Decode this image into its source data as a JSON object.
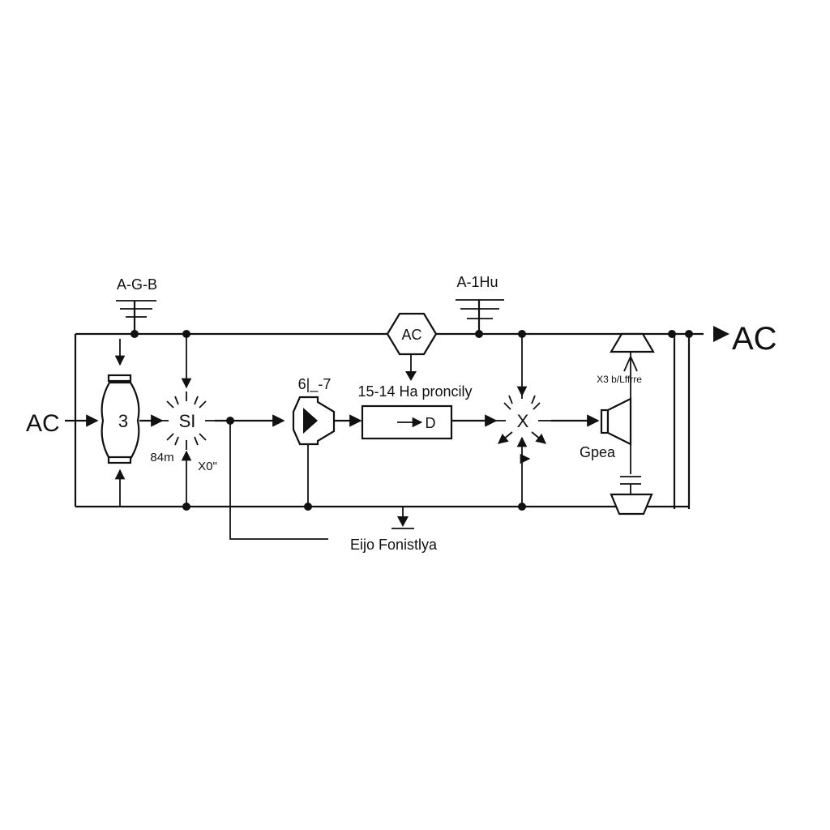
{
  "labels": {
    "ground_left": "A-G-B",
    "ground_right": "A-1Hu",
    "ac_center": "AC",
    "ac_input": "AC",
    "ac_output": "AC",
    "bridge_label": "3",
    "si_label": "SI",
    "si_below_left": "84m",
    "si_below_right": "X0\"",
    "amp_top_label": "6|_-7",
    "filter_top_label": "15-14 Ha proncily",
    "filter_inner_label": "D",
    "mixer_label": "X",
    "right_small_label": "X3 b/Lffrre",
    "speaker_label": "Gpea",
    "bottom_label": "Eijo Fonistlya"
  },
  "colors": {
    "ink": "#111111",
    "background": "#ffffff"
  }
}
